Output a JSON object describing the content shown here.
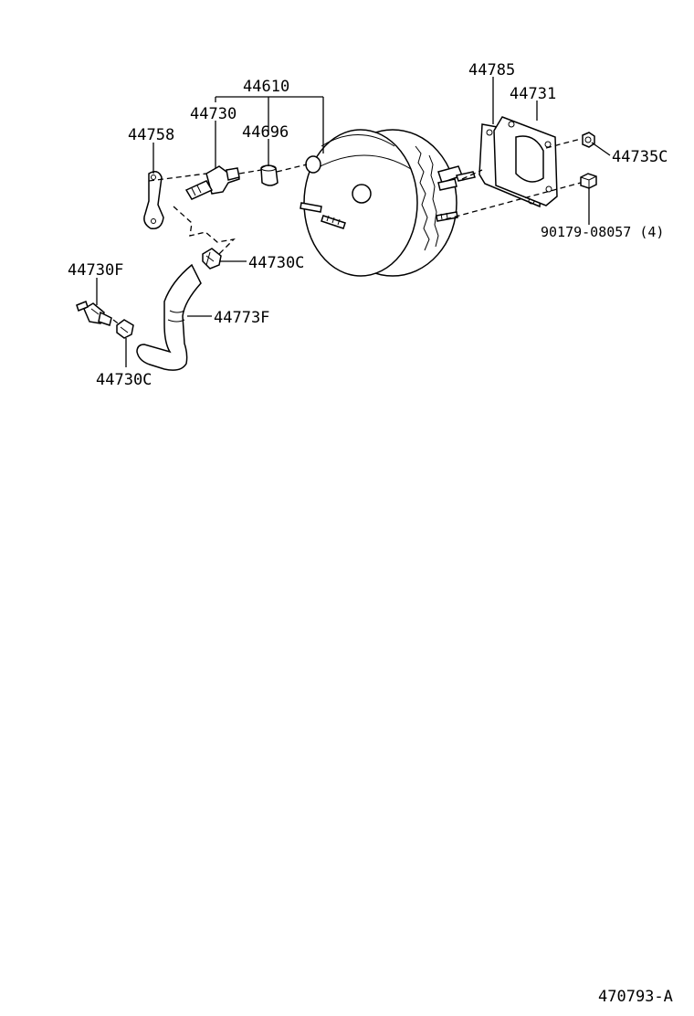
{
  "labels": {
    "p44610": "44610",
    "p44730": "44730",
    "p44696": "44696",
    "p44758": "44758",
    "p44785": "44785",
    "p44731": "44731",
    "p44735C": "44735C",
    "p90179": "90179-08057 (4)",
    "p44730C_top": "44730C",
    "p44773F": "44773F",
    "p44730F": "44730F",
    "p44730C_bottom": "44730C"
  },
  "footer": {
    "code": "470793-A"
  }
}
